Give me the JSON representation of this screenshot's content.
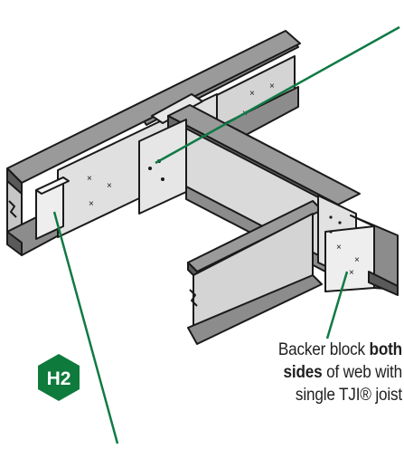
{
  "callout": {
    "line1_prefix": "Backer block ",
    "line1_bold": "both",
    "line2_bold": "sides",
    "line2_rest": " of web with",
    "line3": "single TJI® joist"
  },
  "badge": {
    "label": "H2",
    "color": "#0e7a3c"
  },
  "colors": {
    "flange": "#8c8c8c",
    "flange_dark": "#5a5a5a",
    "web": "#d4d4d4",
    "block": "#e6e6e6",
    "leader": "#0f7a44",
    "outline": "#1a1a1a"
  }
}
